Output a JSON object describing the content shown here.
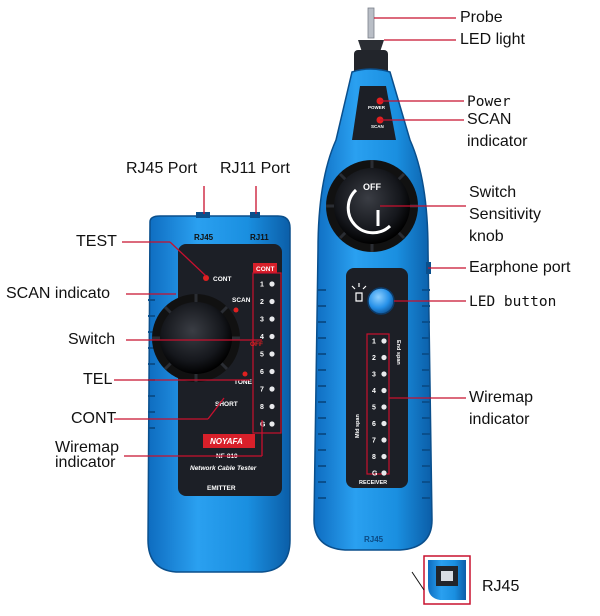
{
  "colors": {
    "device_blue": "#1a8fe0",
    "device_blue_dark": "#0d63a8",
    "panel": "#1c1f26",
    "leader_red": "#c8102e",
    "led_red": "#e02020"
  },
  "callouts": {
    "probe": "Probe",
    "led_light": "LED light",
    "power": "Power",
    "scan_indicator": [
      "SCAN",
      "indicator"
    ],
    "switch_knob": [
      "Switch",
      "Sensitivity",
      "knob"
    ],
    "earphone_port": "Earphone port",
    "led_button": "LED button",
    "wiremap_right": [
      "Wiremap",
      "indicator"
    ],
    "rj45_right": "RJ45",
    "rj45_port": "RJ45 Port",
    "rj11_port": "RJ11 Port",
    "test": "TEST",
    "scan_left": "SCAN indicato",
    "switch_left": "Switch",
    "tel": "TEL",
    "cont": "CONT",
    "wiremap_left": [
      "Wiremap",
      "indicator"
    ]
  },
  "emitter": {
    "rj45": "RJ45",
    "rj11": "RJ11",
    "cont_btn": "CONT",
    "scan": "SCAN",
    "tone": "TONE",
    "short": "SHORT",
    "off": "OFF",
    "brand": "NOYAFA",
    "model": "NF-810",
    "product": "Network Cable Tester",
    "role": "EMITTER",
    "leds": [
      "1",
      "2",
      "3",
      "4",
      "5",
      "6",
      "7",
      "8",
      "G"
    ]
  },
  "receiver": {
    "power": "POWER",
    "scan": "SCAN",
    "off": "OFF",
    "leds": [
      "1",
      "2",
      "3",
      "4",
      "5",
      "6",
      "7",
      "8",
      "G"
    ],
    "end_span": "End span",
    "mid_span": "Mid span",
    "role": "RECEIVER",
    "rj45": "RJ45"
  }
}
